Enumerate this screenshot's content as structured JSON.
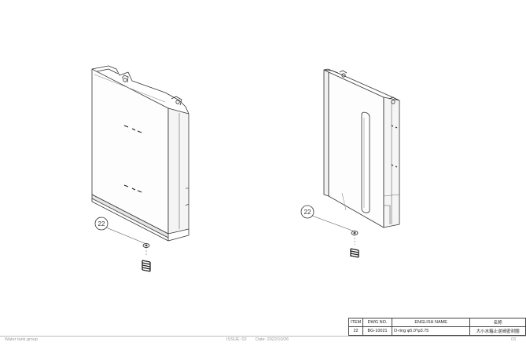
{
  "callouts": [
    {
      "number": "22"
    },
    {
      "number": "22"
    }
  ],
  "bom_table": {
    "headers": [
      "ITEM",
      "DWG NO.",
      "ENGLISH NAME",
      "名称"
    ],
    "rows": [
      [
        "22",
        "BG-10021",
        "O-ring φ5.0*φ3.75",
        "大小水箱止逆阀密封圈"
      ]
    ]
  },
  "footer": {
    "title": "Water tank group",
    "issue": "ISSUE: 02",
    "date": "Date: 2022/10/26",
    "page": "03"
  }
}
